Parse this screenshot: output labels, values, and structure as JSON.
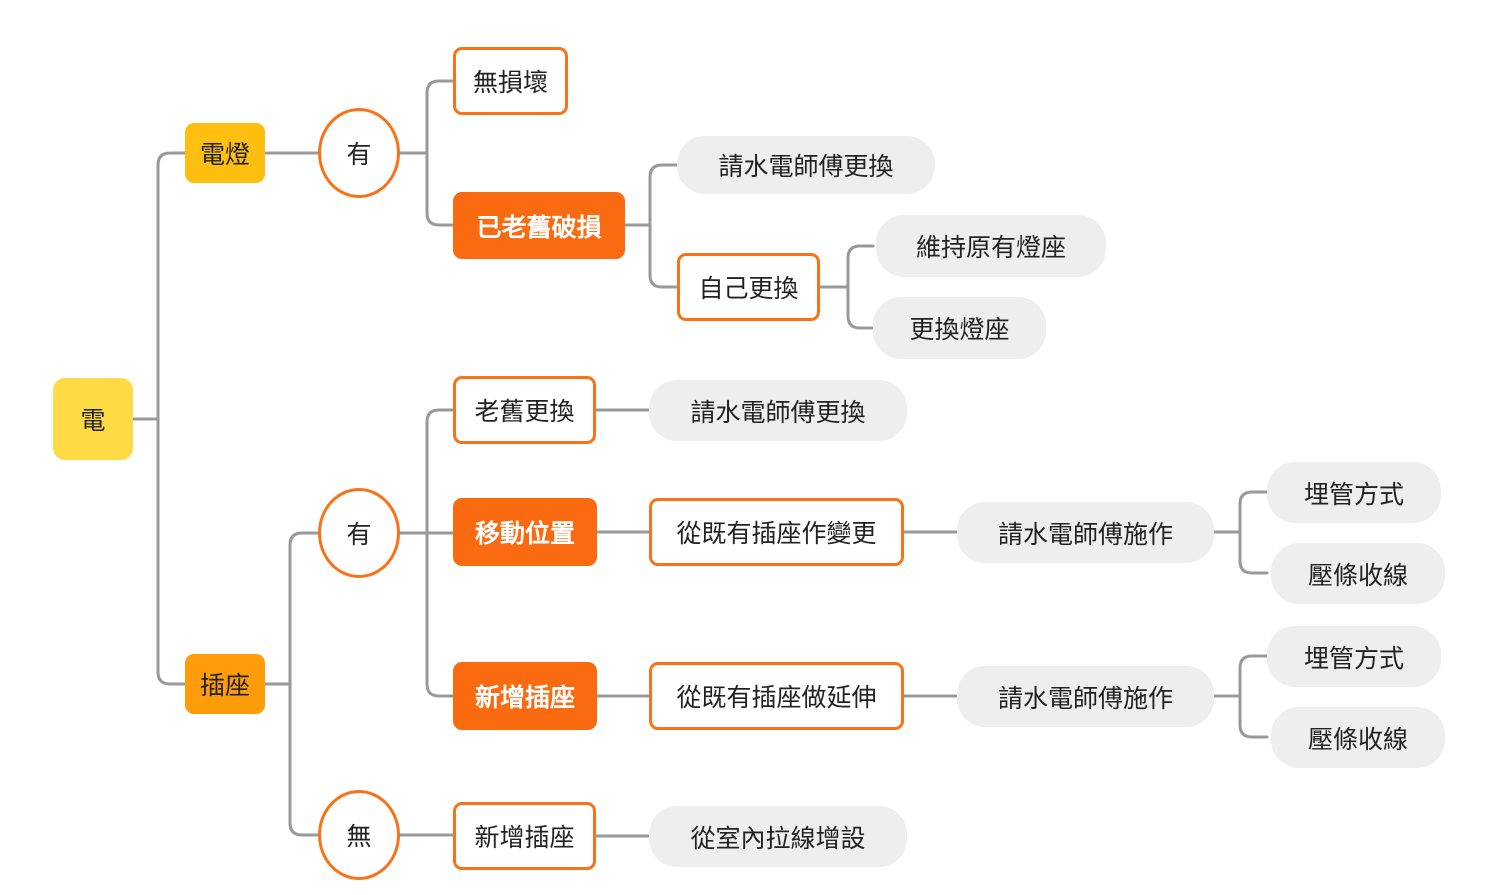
{
  "root": {
    "label": "電"
  },
  "branches": {
    "lamp": {
      "label": "電燈",
      "has": {
        "label": "有",
        "undamaged": "無損壞",
        "damaged": {
          "label": "已老舊破損",
          "electrician": "請水電師傅更換",
          "diy": {
            "label": "自己更換",
            "keep": "維持原有燈座",
            "replace": "更換燈座"
          }
        }
      }
    },
    "socket": {
      "label": "插座",
      "has": {
        "label": "有",
        "old_replace": {
          "label": "老舊更換",
          "electrician": "請水電師傅更換"
        },
        "move": {
          "label": "移動位置",
          "method": "從既有插座作變更",
          "electrician": "請水電師傅施作",
          "options": [
            "埋管方式",
            "壓條收線"
          ]
        },
        "add": {
          "label": "新增插座",
          "method": "從既有插座做延伸",
          "electrician": "請水電師傅施作",
          "options": [
            "埋管方式",
            "壓條收線"
          ]
        }
      },
      "none": {
        "label": "無",
        "add": {
          "label": "新增插座",
          "method": "從室內拉線增設"
        }
      }
    }
  },
  "colors": {
    "root": "#fedb45",
    "lamp": "#febf10",
    "socket": "#fe9c0a",
    "accent": "#fa7116",
    "filled": "#fa6a10",
    "pill": "#eeeeee",
    "connector": "#999999"
  }
}
